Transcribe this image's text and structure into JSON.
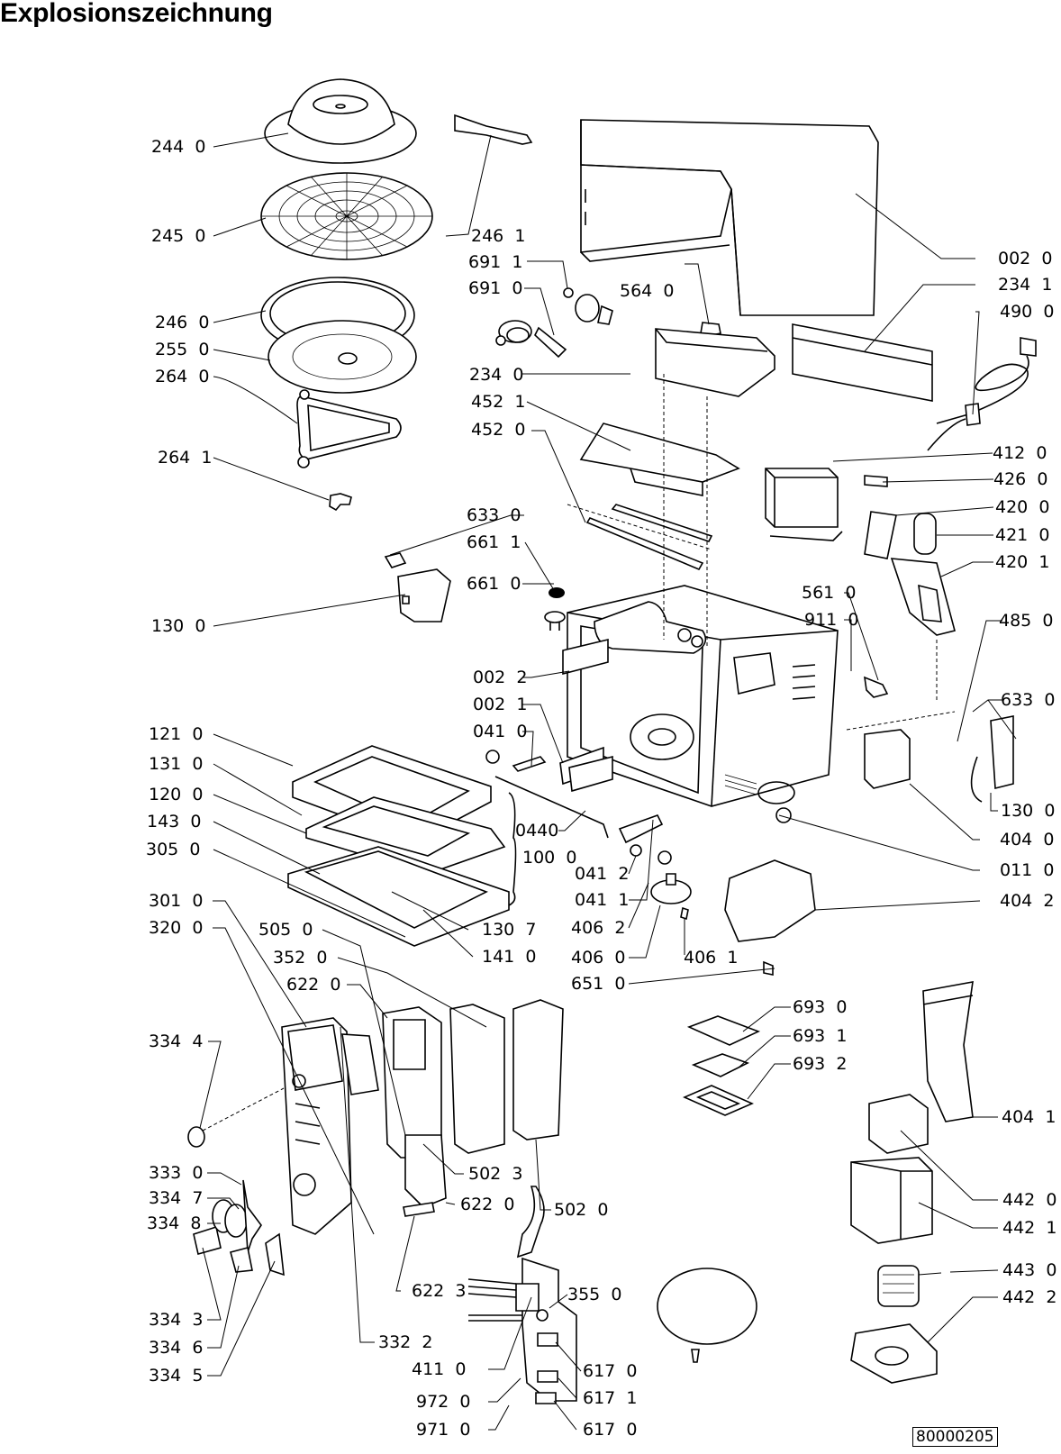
{
  "document": {
    "title": "Explosionszeichnung",
    "reference_number": "80000205"
  },
  "parts": [
    {
      "code": "244",
      "variant": "0"
    },
    {
      "code": "245",
      "variant": "0"
    },
    {
      "code": "246",
      "variant": "1"
    },
    {
      "code": "246",
      "variant": "0"
    },
    {
      "code": "255",
      "variant": "0"
    },
    {
      "code": "264",
      "variant": "0"
    },
    {
      "code": "264",
      "variant": "1"
    },
    {
      "code": "691",
      "variant": "1"
    },
    {
      "code": "691",
      "variant": "0"
    },
    {
      "code": "564",
      "variant": "0"
    },
    {
      "code": "234",
      "variant": "0"
    },
    {
      "code": "452",
      "variant": "1"
    },
    {
      "code": "452",
      "variant": "0"
    },
    {
      "code": "002",
      "variant": "0"
    },
    {
      "code": "234",
      "variant": "1"
    },
    {
      "code": "490",
      "variant": "0"
    },
    {
      "code": "412",
      "variant": "0"
    },
    {
      "code": "426",
      "variant": "0"
    },
    {
      "code": "420",
      "variant": "0"
    },
    {
      "code": "421",
      "variant": "0"
    },
    {
      "code": "420",
      "variant": "1"
    },
    {
      "code": "485",
      "variant": "0"
    },
    {
      "code": "633",
      "variant": "0"
    },
    {
      "code": "130",
      "variant": "0"
    },
    {
      "code": "404",
      "variant": "0"
    },
    {
      "code": "011",
      "variant": "0"
    },
    {
      "code": "404",
      "variant": "2"
    },
    {
      "code": "633",
      "variant": "0"
    },
    {
      "code": "661",
      "variant": "1"
    },
    {
      "code": "661",
      "variant": "0"
    },
    {
      "code": "130",
      "variant": "0"
    },
    {
      "code": "561",
      "variant": "0"
    },
    {
      "code": "911",
      "variant": "0"
    },
    {
      "code": "002",
      "variant": "2"
    },
    {
      "code": "002",
      "variant": "1"
    },
    {
      "code": "041",
      "variant": "0"
    },
    {
      "code": "0440",
      "variant": ""
    },
    {
      "code": "100",
      "variant": "0"
    },
    {
      "code": "041",
      "variant": "2"
    },
    {
      "code": "041",
      "variant": "1"
    },
    {
      "code": "406",
      "variant": "2"
    },
    {
      "code": "406",
      "variant": "0"
    },
    {
      "code": "406",
      "variant": "1"
    },
    {
      "code": "651",
      "variant": "0"
    },
    {
      "code": "121",
      "variant": "0"
    },
    {
      "code": "131",
      "variant": "0"
    },
    {
      "code": "120",
      "variant": "0"
    },
    {
      "code": "143",
      "variant": "0"
    },
    {
      "code": "305",
      "variant": "0"
    },
    {
      "code": "130",
      "variant": "7"
    },
    {
      "code": "141",
      "variant": "0"
    },
    {
      "code": "301",
      "variant": "0"
    },
    {
      "code": "320",
      "variant": "0"
    },
    {
      "code": "505",
      "variant": "0"
    },
    {
      "code": "352",
      "variant": "0"
    },
    {
      "code": "622",
      "variant": "0"
    },
    {
      "code": "693",
      "variant": "0"
    },
    {
      "code": "693",
      "variant": "1"
    },
    {
      "code": "693",
      "variant": "2"
    },
    {
      "code": "404",
      "variant": "1"
    },
    {
      "code": "334",
      "variant": "4"
    },
    {
      "code": "502",
      "variant": "3"
    },
    {
      "code": "622",
      "variant": "0"
    },
    {
      "code": "502",
      "variant": "0"
    },
    {
      "code": "442",
      "variant": "0"
    },
    {
      "code": "442",
      "variant": "1"
    },
    {
      "code": "333",
      "variant": "0"
    },
    {
      "code": "334",
      "variant": "7"
    },
    {
      "code": "334",
      "variant": "8"
    },
    {
      "code": "622",
      "variant": "3"
    },
    {
      "code": "443",
      "variant": "0"
    },
    {
      "code": "355",
      "variant": "0"
    },
    {
      "code": "442",
      "variant": "2"
    },
    {
      "code": "334",
      "variant": "3"
    },
    {
      "code": "332",
      "variant": "2"
    },
    {
      "code": "411",
      "variant": "0"
    },
    {
      "code": "617",
      "variant": "0"
    },
    {
      "code": "334",
      "variant": "6"
    },
    {
      "code": "617",
      "variant": "1"
    },
    {
      "code": "334",
      "variant": "5"
    },
    {
      "code": "972",
      "variant": "0"
    },
    {
      "code": "617",
      "variant": "0"
    },
    {
      "code": "971",
      "variant": "0"
    }
  ],
  "labels": {
    "l244_0": "244  0",
    "l245_0": "245  0",
    "l246_1": "246  1",
    "l246_0": "246  0",
    "l255_0": "255  0",
    "l264_0": "264  0",
    "l264_1": "264  1",
    "l691_1": "691  1",
    "l691_0": "691  0",
    "l564_0": "564  0",
    "l234_0": "234  0",
    "l452_1": "452  1",
    "l452_0": "452  0",
    "l002_0": "002  0",
    "l234_1": "234  1",
    "l490_0": "490  0",
    "l412_0": "412  0",
    "l426_0": "426  0",
    "l420_0": "420  0",
    "l421_0": "421  0",
    "l420_1": "420  1",
    "l485_0": "485  0",
    "l633_0_right": "633  0",
    "l130_0_right": "130  0",
    "l404_0": "404  0",
    "l011_0": "011  0",
    "l404_2": "404  2",
    "l633_0_left": "633  0",
    "l661_1": "661  1",
    "l661_0": "661  0",
    "l130_0_left": "130  0",
    "l561_0": "561  0",
    "l911_0": "911  0",
    "l002_2": "002  2",
    "l002_1": "002  1",
    "l041_0": "041  0",
    "l0440": "0440",
    "l100_0": "100  0",
    "l041_2": "041  2",
    "l041_1": "041  1",
    "l406_2": "406  2",
    "l406_0": "406  0",
    "l406_1": "406  1",
    "l651_0": "651  0",
    "l121_0": "121  0",
    "l131_0": "131  0",
    "l120_0": "120  0",
    "l143_0": "143  0",
    "l305_0": "305  0",
    "l130_7": "130  7",
    "l141_0": "141  0",
    "l301_0": "301  0",
    "l320_0": "320  0",
    "l505_0": "505  0",
    "l352_0": "352  0",
    "l622_0_top": "622  0",
    "l693_0": "693  0",
    "l693_1": "693  1",
    "l693_2": "693  2",
    "l404_1": "404  1",
    "l334_4": "334  4",
    "l502_3": "502  3",
    "l622_0_mid": "622  0",
    "l502_0": "502  0",
    "l442_0": "442  0",
    "l442_1": "442  1",
    "l333_0": "333  0",
    "l334_7": "334  7",
    "l334_8": "334  8",
    "l622_3": "622  3",
    "l443_0": "443  0",
    "l355_0": "355  0",
    "l442_2": "442  2",
    "l334_3": "334  3",
    "l332_2": "332  2",
    "l411_0": "411  0",
    "l617_0_a": "617  0",
    "l334_6": "334  6",
    "l617_1": "617  1",
    "l334_5": "334  5",
    "l972_0": "972  0",
    "l617_0_b": "617  0",
    "l971_0": "971  0"
  }
}
